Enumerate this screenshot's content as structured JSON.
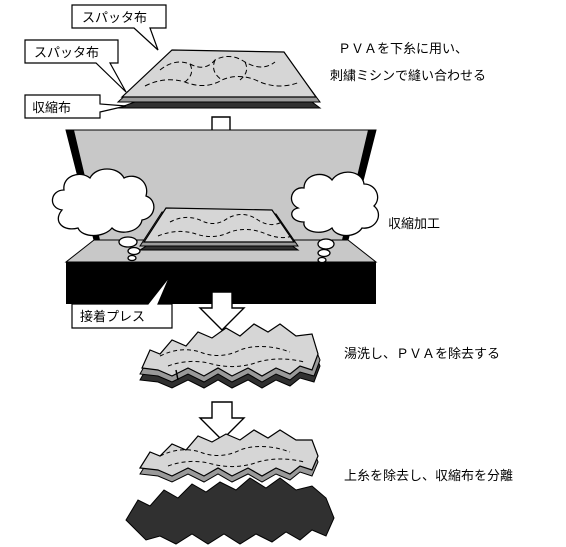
{
  "callouts": {
    "spatter_top": "スパッタ布",
    "spatter_mid": "スパッタ布",
    "shrink": "収縮布",
    "press": "接着プレス"
  },
  "steps": {
    "step1_line1": "ＰＶＡを下糸に用い、",
    "step1_line2": "刺繍ミシンで縫い合わせる",
    "step2": "収縮加工",
    "step3": "湯洗し、ＰＶＡを除去する",
    "step4": "上糸を除去し、収縮布を分離"
  },
  "colors": {
    "fabric_light": "#d6d6d6",
    "fabric_mid": "#9a9a9a",
    "fabric_dark": "#303030",
    "press_gray": "#c8c8c8",
    "press_black": "#000000"
  }
}
